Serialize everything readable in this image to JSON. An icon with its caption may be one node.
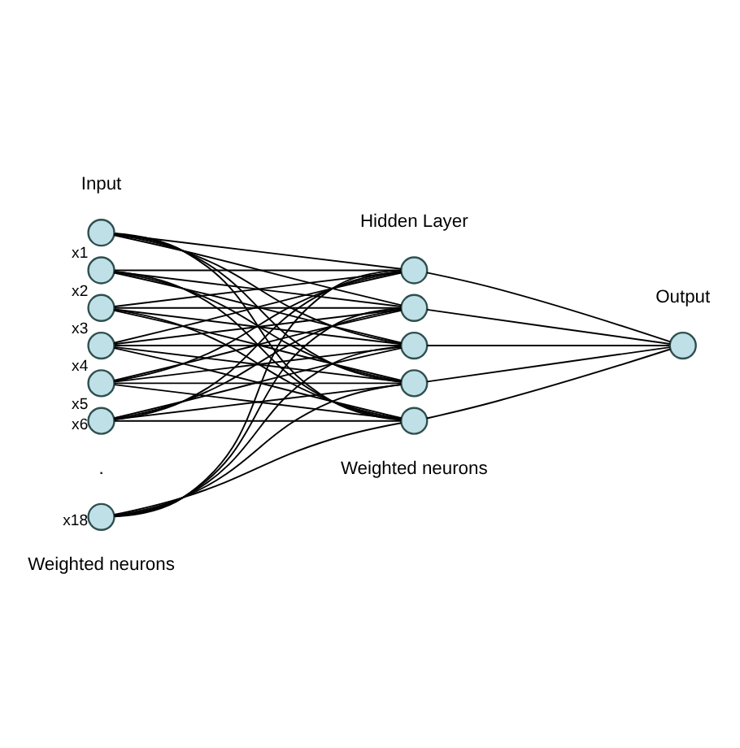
{
  "diagram": {
    "nodes": [
      {
        "text": [],
        "shape": "circle",
        "beside": [
          "x1"
        ]
      },
      {
        "text": [],
        "shape": "circle",
        "beside": [
          "x2"
        ]
      },
      {
        "text": [],
        "shape": "circle",
        "beside": [
          "x3"
        ]
      },
      {
        "text": [],
        "shape": "circle",
        "beside": [
          "x4"
        ]
      },
      {
        "text": [],
        "shape": "circle",
        "beside": [
          "x5"
        ]
      },
      {
        "text": [],
        "shape": "circle",
        "beside": [
          "x6"
        ]
      },
      {
        "text": [],
        "shape": "circle",
        "beside": [
          "x18"
        ]
      },
      {
        "text": [],
        "shape": "circle"
      },
      {
        "text": [],
        "shape": "circle"
      },
      {
        "text": [],
        "shape": "circle"
      },
      {
        "text": [],
        "shape": "circle"
      },
      {
        "text": [],
        "shape": "circle"
      },
      {
        "text": [],
        "shape": "circle"
      }
    ],
    "edges": [
      {
        "from": 0,
        "to": 7,
        "arrow": "none"
      },
      {
        "from": 0,
        "to": 8,
        "arrow": "none"
      },
      {
        "from": 0,
        "to": 9,
        "arrow": "none"
      },
      {
        "from": 0,
        "to": 10,
        "arrow": "none"
      },
      {
        "from": 0,
        "to": 11,
        "arrow": "none"
      },
      {
        "from": 1,
        "to": 7,
        "arrow": "none"
      },
      {
        "from": 1,
        "to": 8,
        "arrow": "none"
      },
      {
        "from": 1,
        "to": 9,
        "arrow": "none"
      },
      {
        "from": 1,
        "to": 10,
        "arrow": "none"
      },
      {
        "from": 1,
        "to": 11,
        "arrow": "none"
      },
      {
        "from": 2,
        "to": 7,
        "arrow": "none"
      },
      {
        "from": 2,
        "to": 8,
        "arrow": "none"
      },
      {
        "from": 2,
        "to": 9,
        "arrow": "none"
      },
      {
        "from": 2,
        "to": 10,
        "arrow": "none"
      },
      {
        "from": 2,
        "to": 11,
        "arrow": "none"
      },
      {
        "from": 3,
        "to": 7,
        "arrow": "none"
      },
      {
        "from": 3,
        "to": 8,
        "arrow": "none"
      },
      {
        "from": 3,
        "to": 9,
        "arrow": "none"
      },
      {
        "from": 3,
        "to": 10,
        "arrow": "none"
      },
      {
        "from": 3,
        "to": 11,
        "arrow": "none"
      },
      {
        "from": 4,
        "to": 7,
        "arrow": "none"
      },
      {
        "from": 4,
        "to": 8,
        "arrow": "none"
      },
      {
        "from": 4,
        "to": 9,
        "arrow": "none"
      },
      {
        "from": 4,
        "to": 10,
        "arrow": "none"
      },
      {
        "from": 4,
        "to": 11,
        "arrow": "none"
      },
      {
        "from": 5,
        "to": 7,
        "arrow": "none"
      },
      {
        "from": 5,
        "to": 8,
        "arrow": "none"
      },
      {
        "from": 5,
        "to": 9,
        "arrow": "none"
      },
      {
        "from": 5,
        "to": 10,
        "arrow": "none"
      },
      {
        "from": 5,
        "to": 11,
        "arrow": "none"
      },
      {
        "from": 6,
        "to": 7,
        "arrow": "none"
      },
      {
        "from": 6,
        "to": 8,
        "arrow": "none"
      },
      {
        "from": 6,
        "to": 9,
        "arrow": "none"
      },
      {
        "from": 6,
        "to": 10,
        "arrow": "none"
      },
      {
        "from": 6,
        "to": 11,
        "arrow": "none"
      },
      {
        "from": 7,
        "to": 12,
        "arrow": "none"
      },
      {
        "from": 8,
        "to": 12,
        "arrow": "none"
      },
      {
        "from": 9,
        "to": 12,
        "arrow": "none"
      },
      {
        "from": 10,
        "to": 12,
        "arrow": "none"
      },
      {
        "from": 11,
        "to": 12,
        "arrow": "none"
      }
    ],
    "labels": [
      "Input",
      "Hidden Layer",
      "Output",
      ".",
      "Weighted neurons",
      "Weighted neurons"
    ]
  }
}
